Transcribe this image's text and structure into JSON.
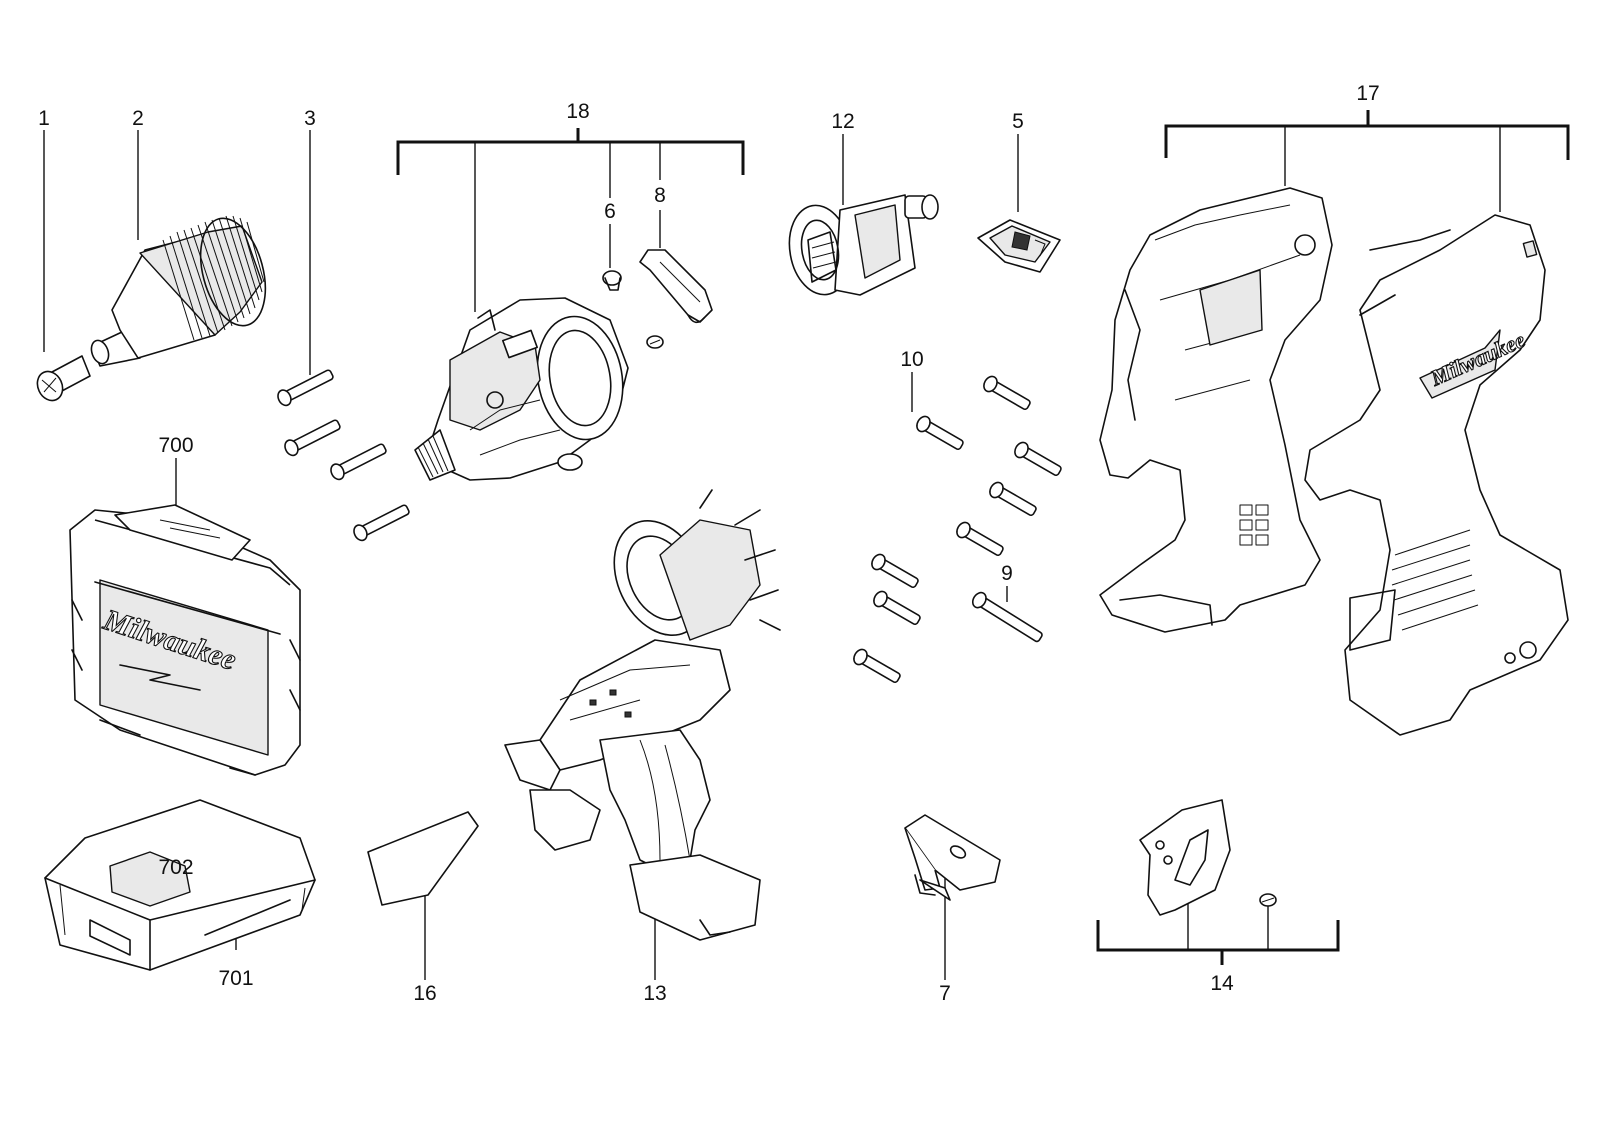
{
  "diagram": {
    "part_numbers": {
      "p1": "1",
      "p2": "2",
      "p3": "3",
      "p5": "5",
      "p6": "6",
      "p7": "7",
      "p8": "8",
      "p9": "9",
      "p10": "10",
      "p12": "12",
      "p13": "13",
      "p14": "14",
      "p16": "16",
      "p17": "17",
      "p18": "18",
      "p700": "700",
      "p701": "701",
      "p702": "702"
    },
    "logos": {
      "case_brand": "Milwaukee",
      "housing_brand": "Milwaukee"
    }
  }
}
